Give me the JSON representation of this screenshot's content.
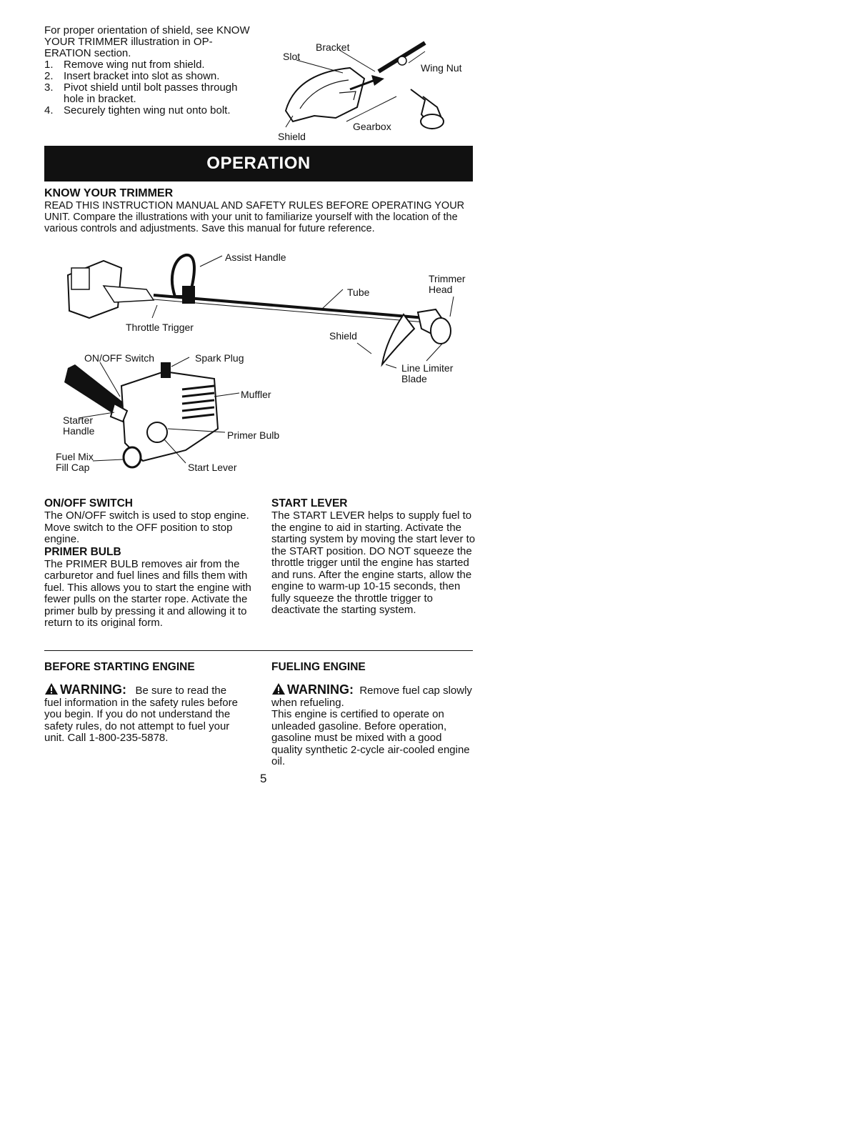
{
  "intro": {
    "text": "For proper orientation of shield, see KNOW YOUR TRIMMER illustration in OP-ERATION section.",
    "steps": [
      {
        "num": "1.",
        "text": "Remove wing nut from shield."
      },
      {
        "num": "2.",
        "text": "Insert bracket into slot as shown."
      },
      {
        "num": "3.",
        "text": "Pivot shield until bolt passes through hole in bracket."
      },
      {
        "num": "4.",
        "text": "Securely tighten wing nut onto bolt."
      }
    ]
  },
  "shield_figure": {
    "bracket": "Bracket",
    "slot": "Slot",
    "wing_nut": "Wing Nut",
    "gearbox": "Gearbox",
    "shield": "Shield"
  },
  "banner": "OPERATION",
  "know": {
    "heading": "KNOW YOUR TRIMMER",
    "body": "READ THIS INSTRUCTION MANUAL AND SAFETY RULES BEFORE OPERATING YOUR UNIT. Compare the illustrations with your unit to familiarize yourself with the location of the various controls and adjustments. Save this manual for future reference."
  },
  "trimmer_figure": {
    "assist_handle": "Assist Handle",
    "throttle_trigger": "Throttle Trigger",
    "tube": "Tube",
    "trimmer_head_1": "Trimmer",
    "trimmer_head_2": "Head",
    "shield": "Shield",
    "line_limiter_1": "Line Limiter",
    "line_limiter_2": "Blade"
  },
  "engine_figure": {
    "onoff": "ON/OFF Switch",
    "spark_plug": "Spark Plug",
    "muffler": "Muffler",
    "starter_1": "Starter",
    "starter_2": "Handle",
    "primer": "Primer Bulb",
    "fuel_1": "Fuel Mix",
    "fuel_2": "Fill Cap",
    "start_lever": "Start Lever"
  },
  "sections": {
    "onoff_h": "ON/OFF SWITCH",
    "onoff_b": "The ON/OFF switch is used to stop engine. Move switch to the OFF position to stop engine.",
    "primer_h": "PRIMER BULB",
    "primer_b": "The PRIMER BULB removes air from the carburetor and fuel lines and fills them with fuel. This allows you to start the engine with fewer pulls on the starter rope. Activate the primer bulb by pressing it and allowing it to return to its original form.",
    "start_h": "START LEVER",
    "start_b": "The START LEVER helps to supply fuel to the engine to aid in starting. Activate the starting system by moving the start lever to the START position. DO NOT squeeze the throttle trigger until the engine has started and runs. After the engine starts, allow the engine to warm-up 10-15 seconds, then fully squeeze the throttle trigger to deactivate the starting system.",
    "before_h": "BEFORE STARTING ENGINE",
    "before_warn": "WARNING:",
    "before_b": "Be sure to read the fuel information in the safety rules before you begin. If you do not understand the safety rules, do not attempt to fuel your unit. Call 1-800-235-5878.",
    "fuel_h": "FUELING ENGINE",
    "fuel_warn": "WARNING:",
    "fuel_b1": "Remove fuel cap slowly when refueling.",
    "fuel_b2": "This engine is certified to operate on unleaded gasoline. Before operation, gasoline must be mixed with a good quality synthetic 2-cycle air-cooled engine oil."
  },
  "page_number": "5"
}
